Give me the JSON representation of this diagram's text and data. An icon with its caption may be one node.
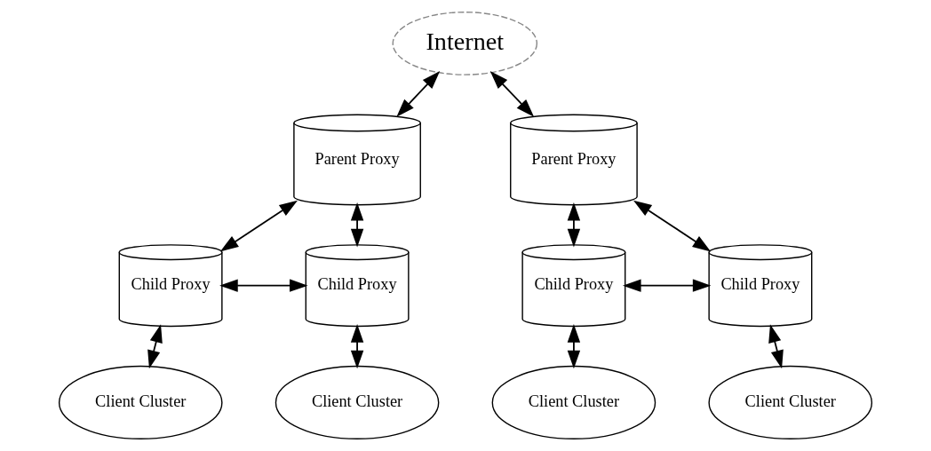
{
  "diagram": {
    "nodes": [
      {
        "text": [
          "Internet"
        ]
      },
      {
        "text": [
          "Parent Proxy"
        ]
      },
      {
        "text": [
          "Child Proxy"
        ]
      },
      {
        "text": [
          "Child Proxy"
        ]
      },
      {
        "text": [
          "Client Cluster"
        ]
      },
      {
        "text": [
          "Client Cluster"
        ]
      },
      {
        "text": [
          "Parent Proxy"
        ]
      },
      {
        "text": [
          "Child Proxy"
        ]
      },
      {
        "text": [
          "Child Proxy"
        ]
      },
      {
        "text": [
          "Client Cluster"
        ]
      },
      {
        "text": [
          "Client Cluster"
        ]
      }
    ],
    "edges": [
      {
        "from": 0,
        "to": 1,
        "arrow": "both"
      },
      {
        "from": 0,
        "to": 6,
        "arrow": "both"
      },
      {
        "from": 1,
        "to": 2,
        "arrow": "both"
      },
      {
        "from": 1,
        "to": 3,
        "arrow": "both"
      },
      {
        "from": 2,
        "to": 3,
        "arrow": "both"
      },
      {
        "from": 2,
        "to": 4,
        "arrow": "both"
      },
      {
        "from": 3,
        "to": 5,
        "arrow": "both"
      },
      {
        "from": 6,
        "to": 7,
        "arrow": "both"
      },
      {
        "from": 6,
        "to": 8,
        "arrow": "both"
      },
      {
        "from": 7,
        "to": 8,
        "arrow": "both"
      },
      {
        "from": 7,
        "to": 9,
        "arrow": "both"
      },
      {
        "from": 8,
        "to": 10,
        "arrow": "both"
      }
    ]
  }
}
